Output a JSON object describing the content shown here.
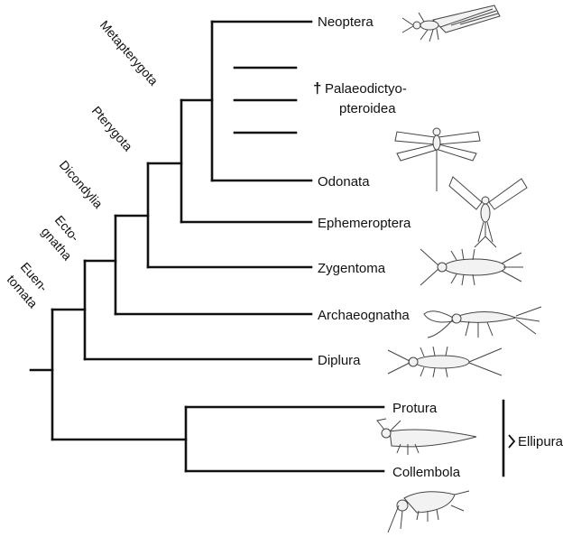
{
  "taxa": {
    "neoptera": "Neoptera",
    "palaeo_dagger": "†",
    "palaeo_line1": "Palaeodictyo-",
    "palaeo_line2": "pteroidea",
    "odonata": "Odonata",
    "ephemeroptera": "Ephemeroptera",
    "zygentoma": "Zygentoma",
    "archaeognatha": "Archaeognatha",
    "diplura": "Diplura",
    "protura": "Protura",
    "collembola": "Collembola"
  },
  "clades": {
    "metapterygota": "Metapterygota",
    "pterygota": "Pterygota",
    "dicondylia": "Dicondylia",
    "ectognatha_line1": "Ecto-",
    "ectognatha_line2": "gnatha",
    "euentomata_line1": "Euen-",
    "euentomata_line2": "tomata",
    "ellipura": "Ellipura"
  },
  "illustrations": [
    "neoptera-insect-icon",
    "odonata-dragonfly-icon",
    "ephemeroptera-mayfly-icon",
    "zygentoma-silverfish-icon",
    "archaeognatha-bristletail-icon",
    "diplura-icon",
    "protura-icon",
    "collembola-springtail-icon"
  ]
}
